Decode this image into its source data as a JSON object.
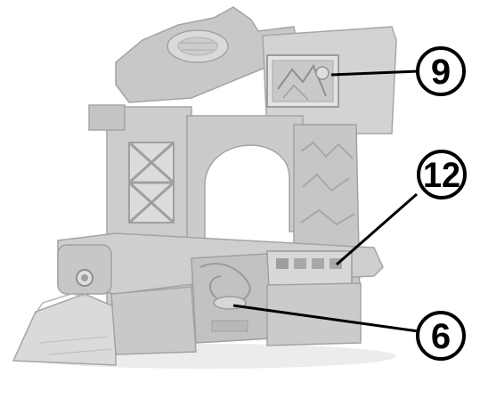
{
  "image": {
    "subject": "toy-playset-part",
    "palette": {
      "body": "#cfcfcf",
      "shade": "#bdbdbd",
      "dark": "#a9a9a9",
      "light": "#e2e2e2",
      "outline": "#9a9a9a",
      "callout_stroke": "#000000",
      "callout_fill": "#ffffff"
    }
  },
  "callouts": [
    {
      "id": "callout-9",
      "label": "9"
    },
    {
      "id": "callout-12",
      "label": "12"
    },
    {
      "id": "callout-6",
      "label": "6"
    }
  ]
}
